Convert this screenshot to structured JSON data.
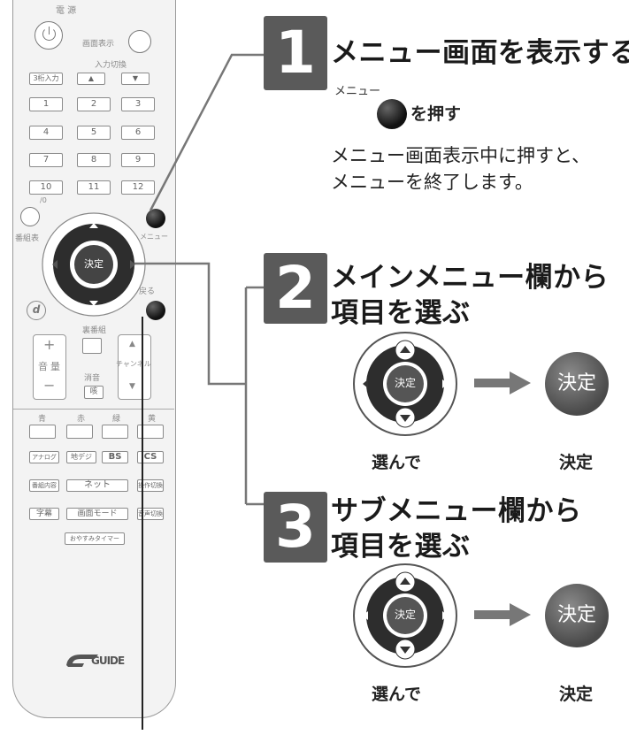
{
  "remote": {
    "power_label": "電 源",
    "screen_display": "画面表示",
    "input_switch": "入力切換",
    "three_digit": "3桁入力",
    "nums": [
      "1",
      "2",
      "3",
      "4",
      "5",
      "6",
      "7",
      "8",
      "9",
      "10",
      "11",
      "12"
    ],
    "ten_sub": "/0",
    "guide": "番組表",
    "menu": "メニュー",
    "ok": "決定",
    "back": "戻る",
    "d_button": "d",
    "ura_bangumi": "裏番組",
    "volume_chars": [
      "音",
      "量"
    ],
    "mute": "消音",
    "mute_icon": "咳",
    "channel": "チャンネル",
    "colors": [
      "青",
      "赤",
      "緑",
      "黄"
    ],
    "bc_row": [
      "アナログ",
      "地デジ",
      "BS",
      "CS"
    ],
    "row3": [
      "番組内容",
      "ネット",
      "操作切換"
    ],
    "row4": [
      "字幕",
      "画面モード",
      "音声切換"
    ],
    "sleep": "おやすみタイマー",
    "logo": "GUIDE"
  },
  "steps": [
    {
      "num": "1",
      "title": "メニュー画面を表示する"
    },
    {
      "num": "2",
      "title_line1": "メインメニュー欄から",
      "title_line2": "項目を選ぶ"
    },
    {
      "num": "3",
      "title_line1": "サブメニュー欄から",
      "title_line2": "項目を選ぶ"
    }
  ],
  "step1": {
    "small": "メニュー",
    "press": "を押す",
    "note_line1": "メニュー画面表示中に押すと、",
    "note_line2": "メニューを終了します。"
  },
  "dpad_ok": "決定",
  "select_caption": "選んで",
  "confirm_caption": "決定",
  "ok_big": "決定"
}
